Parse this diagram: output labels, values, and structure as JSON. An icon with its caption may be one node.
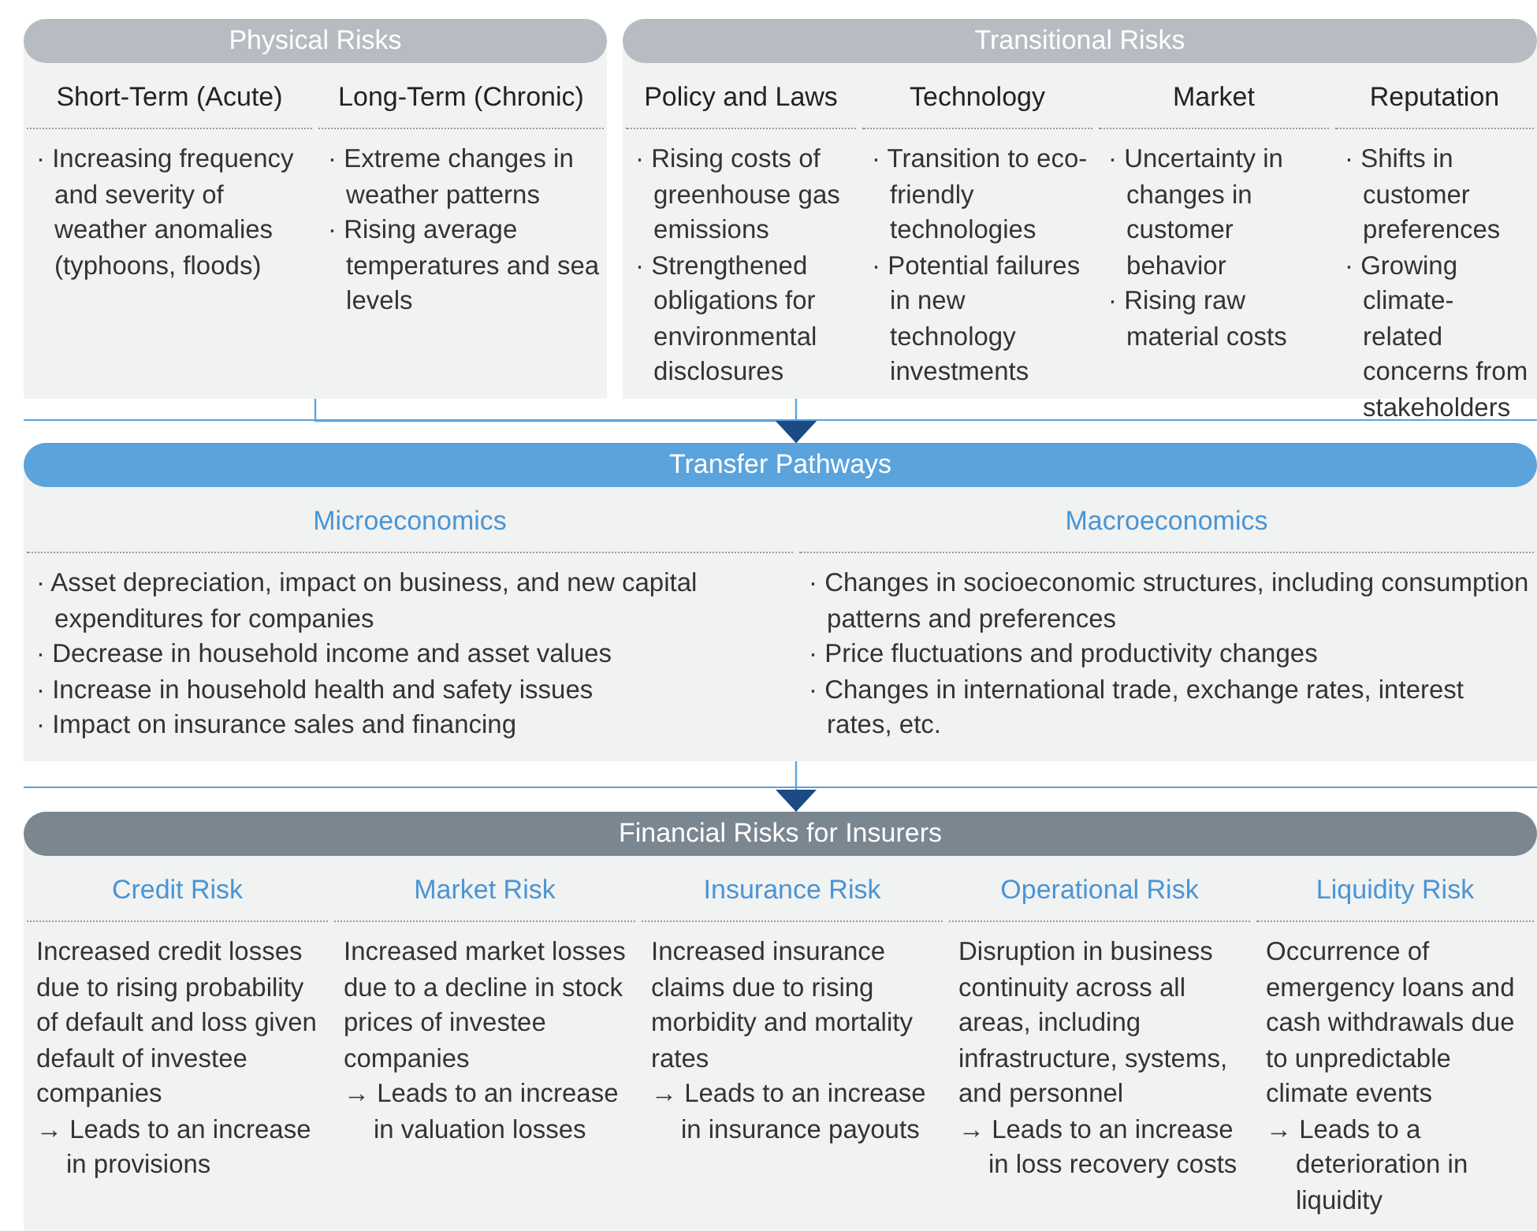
{
  "diagram": {
    "nodes": [
      {
        "text": [
          "Physical Risks",
          "Short-Term (Acute)",
          "Long-Term (Chronic)",
          "· Increasing frequency and severity of weather anomalies (typhoons, floods)",
          "· Extreme changes in weather patterns",
          "· Rising average temperatures and sea levels"
        ]
      },
      {
        "text": [
          "Transitional Risks",
          "Policy and Laws",
          "Technology",
          "Market",
          "Reputation",
          "· Rising costs of greenhouse gas emissions",
          "· Strengthened obligations for environmental disclosures",
          "· Transition to eco-friendly technologies",
          "· Potential failures in new technology investments",
          "· Uncertainty in changes in customer behavior",
          "· Rising raw material costs",
          "· Shifts in customer preferences",
          "· Growing climate-related concerns from stakeholders"
        ]
      },
      {
        "text": [
          "Transfer Pathways",
          "Microeconomics",
          "Macroeconomics",
          "· Asset depreciation, impact on business, and new capital expenditures for companies",
          "· Decrease in household income and asset values",
          "· Increase in household health and safety issues",
          "· Impact on insurance sales and financing",
          "· Changes in socioeconomic structures, including consumption patterns and preferences",
          "· Price fluctuations and productivity changes",
          "· Changes in international trade, exchange rates, interest rates, etc."
        ]
      },
      {
        "text": [
          "Financial Risks for Insurers",
          "Credit Risk",
          "Market Risk",
          "Insurance Risk",
          "Operational Risk",
          "Liquidity Risk",
          "Increased credit losses due to rising probability of default and loss given default of investee companies",
          "→ Leads to an increase in provisions",
          "Increased market losses due to a decline in stock prices of investee companies",
          "→ Leads to an increase in valuation losses",
          "Increased insurance claims due to rising morbidity and mortality rates",
          "→ Leads to an increase in insurance payouts",
          "Disruption in business continuity across all areas, including infrastructure, systems, and personnel",
          "→ Leads to an increase in loss recovery costs",
          "Occurrence of emergency loans and cash withdrawals due to unpredictable climate events",
          "→ Leads to a deterioration in liquidity"
        ]
      }
    ],
    "edges": [
      {
        "from": 0,
        "to": 2,
        "arrow": "to"
      },
      {
        "from": 1,
        "to": 2,
        "arrow": "to"
      },
      {
        "from": 2,
        "to": 3,
        "arrow": "to"
      }
    ]
  }
}
